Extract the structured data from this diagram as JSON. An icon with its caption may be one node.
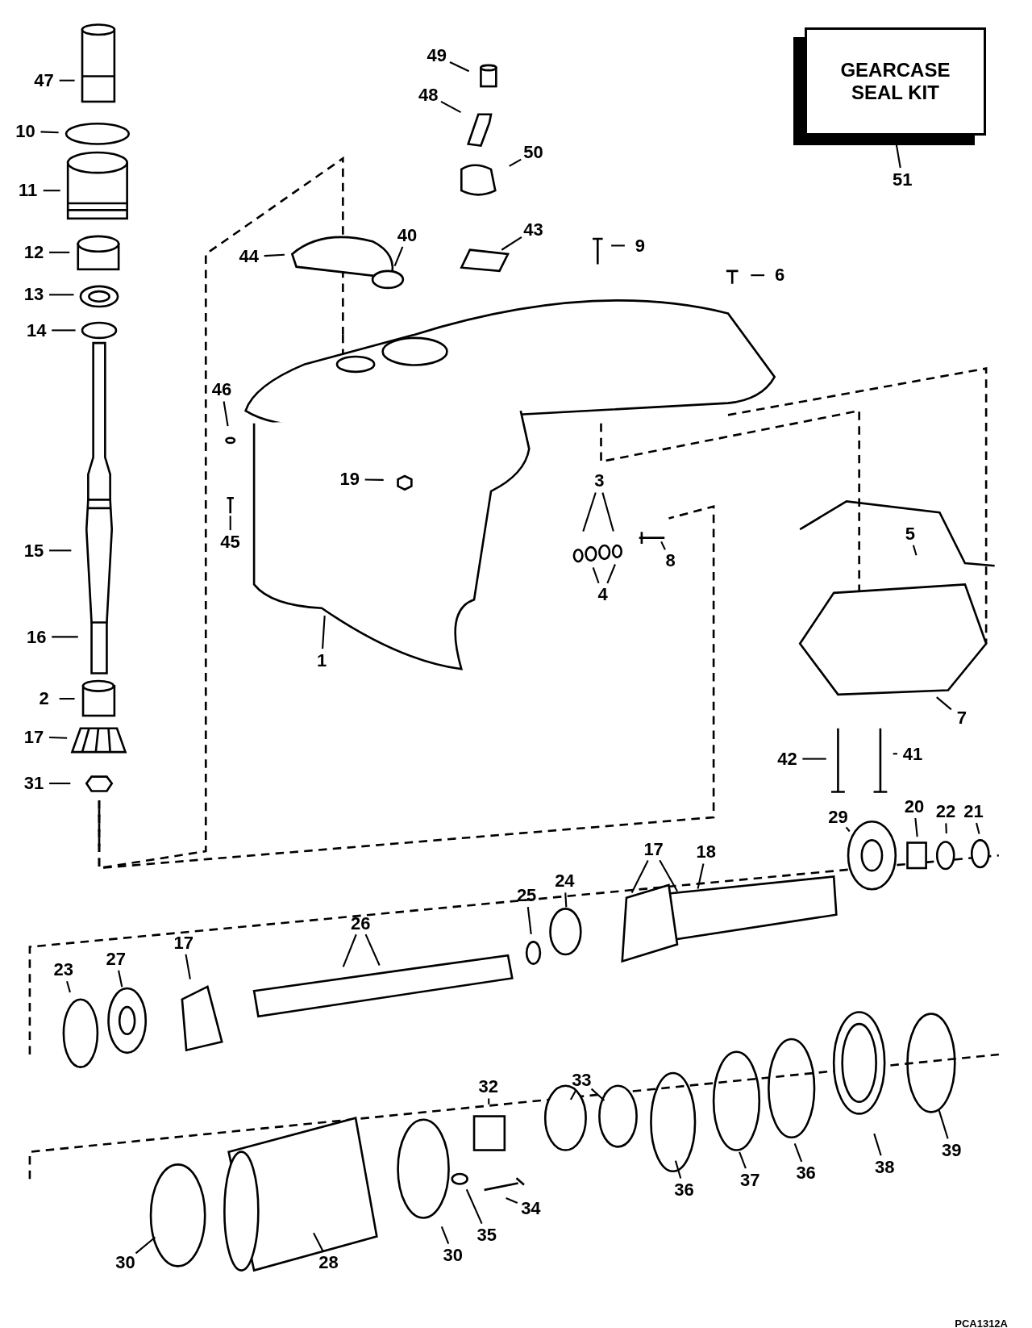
{
  "diagram": {
    "nodes": [
      {
        "text": [
          "GEARCASE SEAL KIT"
        ]
      },
      {
        "text": [
          "51"
        ]
      },
      {
        "text": [
          "47"
        ]
      },
      {
        "text": [
          "49"
        ]
      },
      {
        "text": [
          "10"
        ]
      },
      {
        "text": [
          "48"
        ]
      },
      {
        "text": [
          "11"
        ]
      },
      {
        "text": [
          "50"
        ]
      },
      {
        "text": [
          "44"
        ]
      },
      {
        "text": [
          "40"
        ]
      },
      {
        "text": [
          "43"
        ]
      },
      {
        "text": [
          "9"
        ]
      },
      {
        "text": [
          "6"
        ]
      },
      {
        "text": [
          "12"
        ]
      },
      {
        "text": [
          "13"
        ]
      },
      {
        "text": [
          "14"
        ]
      },
      {
        "text": [
          "46"
        ]
      },
      {
        "text": [
          "19"
        ]
      },
      {
        "text": [
          "3"
        ]
      },
      {
        "text": [
          "8"
        ]
      },
      {
        "text": [
          "45"
        ]
      },
      {
        "text": [
          "4"
        ]
      },
      {
        "text": [
          "5"
        ]
      },
      {
        "text": [
          "15"
        ]
      },
      {
        "text": [
          "16"
        ]
      },
      {
        "text": [
          "1"
        ]
      },
      {
        "text": [
          "2"
        ]
      },
      {
        "text": [
          "7"
        ]
      },
      {
        "text": [
          "17"
        ]
      },
      {
        "text": [
          "42"
        ]
      },
      {
        "text": [
          "41"
        ]
      },
      {
        "text": [
          "31"
        ]
      },
      {
        "text": [
          "29"
        ]
      },
      {
        "text": [
          "20"
        ]
      },
      {
        "text": [
          "22"
        ]
      },
      {
        "text": [
          "21"
        ]
      },
      {
        "text": [
          "17"
        ]
      },
      {
        "text": [
          "18"
        ]
      },
      {
        "text": [
          "25"
        ]
      },
      {
        "text": [
          "24"
        ]
      },
      {
        "text": [
          "26"
        ]
      },
      {
        "text": [
          "23"
        ]
      },
      {
        "text": [
          "27"
        ]
      },
      {
        "text": [
          "17"
        ]
      },
      {
        "text": [
          "32"
        ]
      },
      {
        "text": [
          "33"
        ]
      },
      {
        "text": [
          "39"
        ]
      },
      {
        "text": [
          "36"
        ]
      },
      {
        "text": [
          "37"
        ]
      },
      {
        "text": [
          "36"
        ]
      },
      {
        "text": [
          "38"
        ]
      },
      {
        "text": [
          "34"
        ]
      },
      {
        "text": [
          "35"
        ]
      },
      {
        "text": [
          "30"
        ]
      },
      {
        "text": [
          "28"
        ]
      },
      {
        "text": [
          "30"
        ]
      }
    ],
    "edges": [
      {
        "from": 1,
        "to": 0,
        "arrow": "none"
      },
      {
        "from": 2,
        "to": null,
        "arrow": "none"
      },
      {
        "from": 3,
        "to": null,
        "arrow": "none"
      },
      {
        "from": 4,
        "to": null,
        "arrow": "none"
      },
      {
        "from": 5,
        "to": null,
        "arrow": "none"
      },
      {
        "from": 6,
        "to": null,
        "arrow": "none"
      },
      {
        "from": 7,
        "to": null,
        "arrow": "none"
      },
      {
        "from": 8,
        "to": null,
        "arrow": "none"
      },
      {
        "from": 9,
        "to": null,
        "arrow": "none"
      },
      {
        "from": 10,
        "to": null,
        "arrow": "none"
      },
      {
        "from": 11,
        "to": null,
        "arrow": "none"
      },
      {
        "from": 12,
        "to": null,
        "arrow": "none"
      },
      {
        "from": 13,
        "to": null,
        "arrow": "none"
      },
      {
        "from": 14,
        "to": null,
        "arrow": "none"
      },
      {
        "from": 15,
        "to": null,
        "arrow": "none"
      },
      {
        "from": 16,
        "to": null,
        "arrow": "none"
      },
      {
        "from": 17,
        "to": null,
        "arrow": "none"
      },
      {
        "from": 18,
        "to": null,
        "arrow": "none"
      },
      {
        "from": 18,
        "to": null,
        "arrow": "none"
      },
      {
        "from": 19,
        "to": null,
        "arrow": "none"
      },
      {
        "from": 20,
        "to": null,
        "arrow": "none"
      },
      {
        "from": 21,
        "to": null,
        "arrow": "none"
      },
      {
        "from": 21,
        "to": null,
        "arrow": "none"
      },
      {
        "from": 22,
        "to": null,
        "arrow": "none"
      },
      {
        "from": 23,
        "to": null,
        "arrow": "none"
      },
      {
        "from": 24,
        "to": null,
        "arrow": "none"
      },
      {
        "from": 25,
        "to": null,
        "arrow": "none"
      },
      {
        "from": 26,
        "to": null,
        "arrow": "none"
      },
      {
        "from": 27,
        "to": null,
        "arrow": "none"
      },
      {
        "from": 28,
        "to": null,
        "arrow": "none"
      },
      {
        "from": 29,
        "to": null,
        "arrow": "none"
      },
      {
        "from": 30,
        "to": null,
        "arrow": "none"
      },
      {
        "from": 31,
        "to": null,
        "arrow": "none"
      },
      {
        "from": 32,
        "to": null,
        "arrow": "none"
      },
      {
        "from": 33,
        "to": null,
        "arrow": "none"
      },
      {
        "from": 34,
        "to": null,
        "arrow": "none"
      },
      {
        "from": 35,
        "to": null,
        "arrow": "none"
      },
      {
        "from": 36,
        "to": null,
        "arrow": "none"
      },
      {
        "from": 36,
        "to": null,
        "arrow": "none"
      },
      {
        "from": 37,
        "to": null,
        "arrow": "none"
      },
      {
        "from": 38,
        "to": null,
        "arrow": "none"
      },
      {
        "from": 39,
        "to": null,
        "arrow": "none"
      },
      {
        "from": 40,
        "to": null,
        "arrow": "none"
      },
      {
        "from": 40,
        "to": null,
        "arrow": "none"
      },
      {
        "from": 41,
        "to": null,
        "arrow": "none"
      },
      {
        "from": 42,
        "to": null,
        "arrow": "none"
      },
      {
        "from": 43,
        "to": null,
        "arrow": "none"
      },
      {
        "from": 44,
        "to": null,
        "arrow": "none"
      },
      {
        "from": 45,
        "to": null,
        "arrow": "none"
      },
      {
        "from": 45,
        "to": null,
        "arrow": "none"
      },
      {
        "from": 46,
        "to": null,
        "arrow": "none"
      },
      {
        "from": 47,
        "to": null,
        "arrow": "none"
      },
      {
        "from": 48,
        "to": null,
        "arrow": "none"
      },
      {
        "from": 49,
        "to": null,
        "arrow": "none"
      },
      {
        "from": 50,
        "to": null,
        "arrow": "none"
      },
      {
        "from": 51,
        "to": null,
        "arrow": "none"
      },
      {
        "from": 52,
        "to": null,
        "arrow": "none"
      },
      {
        "from": 53,
        "to": null,
        "arrow": "none"
      },
      {
        "from": 54,
        "to": null,
        "arrow": "none"
      },
      {
        "from": 55,
        "to": null,
        "arrow": "none"
      }
    ],
    "labels": [
      "PCA1312A"
    ]
  }
}
